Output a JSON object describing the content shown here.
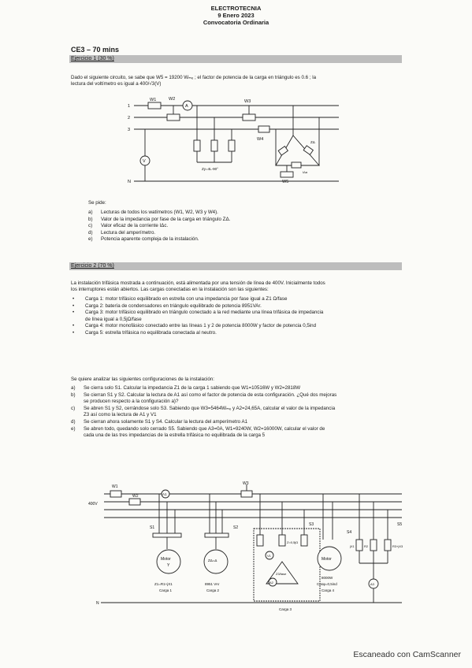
{
  "header": {
    "subject": "ELECTROTECNIA",
    "date": "9 Enero 2023",
    "call": "Convocatoria Ordinaria"
  },
  "exam_code": "CE3 – 70 mins",
  "ex1": {
    "title": "Ejercicio 1 (30 %)",
    "statement_1": "Dado el siguiente circuito, se sabe que W5 = 19200 Wₘₑ ; el factor de potencia de la carga en triángulo es 0.6 ;  la",
    "statement_2": "lectura del voltímetro es igual a 400/√3(V)",
    "diagram": {
      "line_labels": [
        "1",
        "2",
        "3",
        "N"
      ],
      "w1": "W1",
      "w2": "W2",
      "w3": "W3",
      "w4": "W4",
      "w5": "W5",
      "ammeter": "A",
      "voltmeter": "V",
      "zy": "Zy=4L-90°",
      "zd": "ZΔ",
      "ia": "IΔa"
    },
    "asks_intro": "Se pide:",
    "asks": [
      {
        "l": "a)",
        "t": "Lecturas de todos los watímetros (W1, W2, W3 y W4)."
      },
      {
        "l": "b)",
        "t": "Valor de la impedancia por fase de la carga en triángulo ZΔ."
      },
      {
        "l": "c)",
        "t": "Valor eficaz de la corriente IΔc."
      },
      {
        "l": "d)",
        "t": "Lectura del amperímetro."
      },
      {
        "l": "e)",
        "t": "Potencia aparente compleja de la instalación."
      }
    ]
  },
  "ex2": {
    "title": "Ejercicio 2 (70 %)",
    "intro_1": "La instalación trifásica mostrada a continuación, está alimentada por una tensión de línea de 400V. Inicialmente todos",
    "intro_2": "los interruptores están abiertos. Las cargas conectadas en la instalación son las siguientes:",
    "loads": [
      "Carga 1: motor trifásico equilibrado en estrella con una impedancia por fase igual a Z1 Ω/fase",
      "Carga 2: batería de condensadores en triángulo equilibrado de potencia 8951VAr.",
      "Carga 3: motor trifásico equilibrado en triángulo conectado a la red mediante una línea trifásica de impedancia",
      "de línea igual a 0,5jΩ/fase",
      "Carga 4: motor monofásico conectado entre las líneas 1 y 2 de potencia 8000W y factor de potencia 0,5ind",
      "Carga 5: estrella trifásica no equilibrada conectada al neutro."
    ],
    "configs_intro": "Se quiere analizar las siguientes configuraciones de la instalación:",
    "configs": [
      {
        "l": "a)",
        "t": "Se cierra solo S1. Calcular la impedancia Z1 de la carga 1 sabiendo que W1=10516W y W2=2818W"
      },
      {
        "l": "b)",
        "t": "Se cierran S1 y S2. Calcular la lectura de A1 así como el factor de potencia de esta configuración. ¿Qué dos mejoras"
      },
      {
        "l": "",
        "t": "se producen respecto a la configuración a)?"
      },
      {
        "l": "c)",
        "t": "Se abren S1 y S2, cerrándose solo S3. Sabiendo que W3=5464Wₘₑ y A2=24,65A, calcular el valor de la impedancia"
      },
      {
        "l": "",
        "t": "Z3 así como la lectura de A1 y V1"
      },
      {
        "l": "d)",
        "t": "Se cierran ahora solamente S1 y S4. Calcular la lectura del amperímetro A1"
      },
      {
        "l": "e)",
        "t": "Se abren todo, quedando solo cerrado S5. Sabiendo que A3=0A, W1=9240W, W2=16000W, calcular el valor de"
      },
      {
        "l": "",
        "t": "cada una de las tres impedancias de la estrella trifásica no equilibrada de la carga 5"
      }
    ],
    "diagram": {
      "w1": "W1",
      "w2": "W2",
      "w3": "W3",
      "a1": "A1",
      "v1": "V1",
      "a2": "A2",
      "a3": "A3",
      "supply": "400V",
      "s1": "S1",
      "s2": "S2",
      "s3": "S3",
      "s4": "S4",
      "s5": "S5",
      "motor": "Motor",
      "y": "Y",
      "zd": "ZΔ=Δ",
      "zline": "Z=0,5jΩ",
      "z3fase": "Z3/fase",
      "c1_1": "Z1=R1+jX1",
      "c1_2": "Carga 1",
      "c2_1": "8951 VAr",
      "c2_2": "Carga 2",
      "c4_1": "8000W",
      "c4_2": "Cosφ=0,5ind",
      "c4_3": "Carga 4",
      "c3": "Carga 3",
      "r5a": "jX1",
      "r5b": "R2",
      "r5c": "R3+jX3",
      "n": "N"
    }
  },
  "footer": "Escaneado con CamScanner"
}
